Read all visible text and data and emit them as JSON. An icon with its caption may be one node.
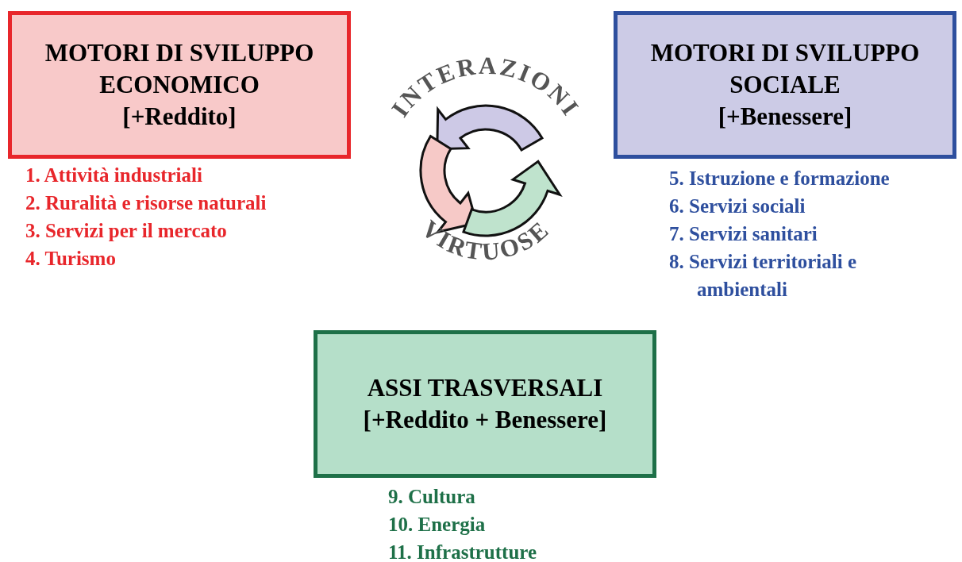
{
  "diagram": {
    "nodes": [
      {
        "text": [
          "MOTORI DI SVILUPPO ECONOMICO",
          "[+Reddito]"
        ],
        "beside": [
          "1. Attività industriali",
          "2. Ruralità e risorse naturali",
          "3. Servizi per il mercato",
          "4. Turismo"
        ]
      },
      {
        "text": [
          "MOTORI DI SVILUPPO SOCIALE",
          "[+Benessere]"
        ],
        "beside": [
          "5. Istruzione e formazione",
          "6. Servizi sociali",
          "7. Servizi sanitari",
          "8. Servizi territoriali e ambientali"
        ]
      },
      {
        "text": [
          "ASSI TRASVERSALI",
          "[+Reddito + Benessere]"
        ],
        "beside": [
          "9. Cultura",
          "10. Energia",
          "11. Infrastrutture"
        ]
      }
    ],
    "edges": [],
    "labels": [
      "INTERAZIONI",
      "VIRTUOSE"
    ]
  }
}
